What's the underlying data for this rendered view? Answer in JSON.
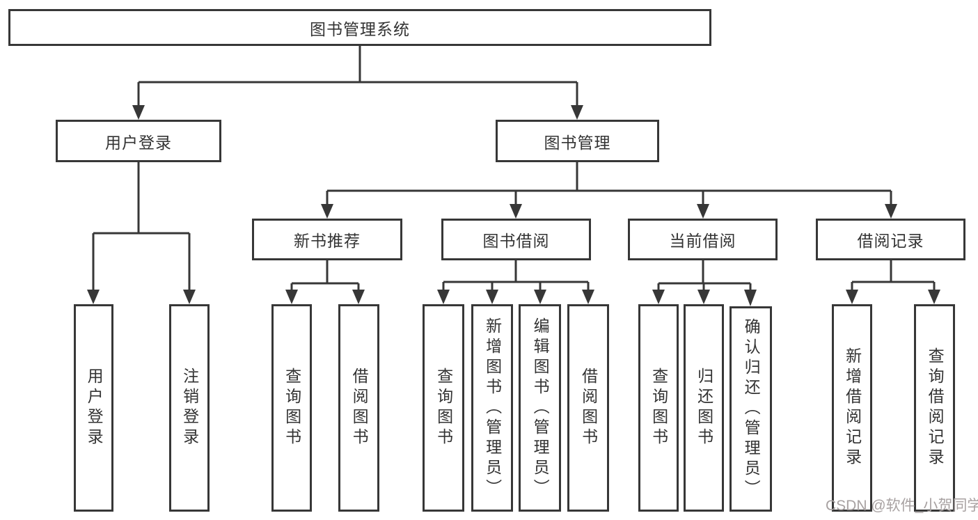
{
  "tree": {
    "root": {
      "label": "图书管理系统"
    },
    "children": [
      {
        "label": "用户登录",
        "children": [
          {
            "label": "用户登录"
          },
          {
            "label": "注销登录"
          }
        ]
      },
      {
        "label": "图书管理",
        "children": [
          {
            "label": "新书推荐",
            "children": [
              {
                "label": "查询图书"
              },
              {
                "label": "借阅图书"
              }
            ]
          },
          {
            "label": "图书借阅",
            "children": [
              {
                "label": "查询图书"
              },
              {
                "label": "新增图书（管理员）"
              },
              {
                "label": "编辑图书（管理员）"
              },
              {
                "label": "借阅图书"
              }
            ]
          },
          {
            "label": "当前借阅",
            "children": [
              {
                "label": "查询图书"
              },
              {
                "label": "归还图书"
              },
              {
                "label": "确认归还（管理员）"
              }
            ]
          },
          {
            "label": "借阅记录",
            "children": [
              {
                "label": "新增借阅记录"
              },
              {
                "label": "查询借阅记录"
              }
            ]
          }
        ]
      }
    ]
  },
  "watermark": {
    "text": "CSDN @软件_小贺同学"
  },
  "colors": {
    "line": "#373737",
    "text": "#333333",
    "watermark": "#a8a2a2",
    "background": "#ffffff"
  }
}
